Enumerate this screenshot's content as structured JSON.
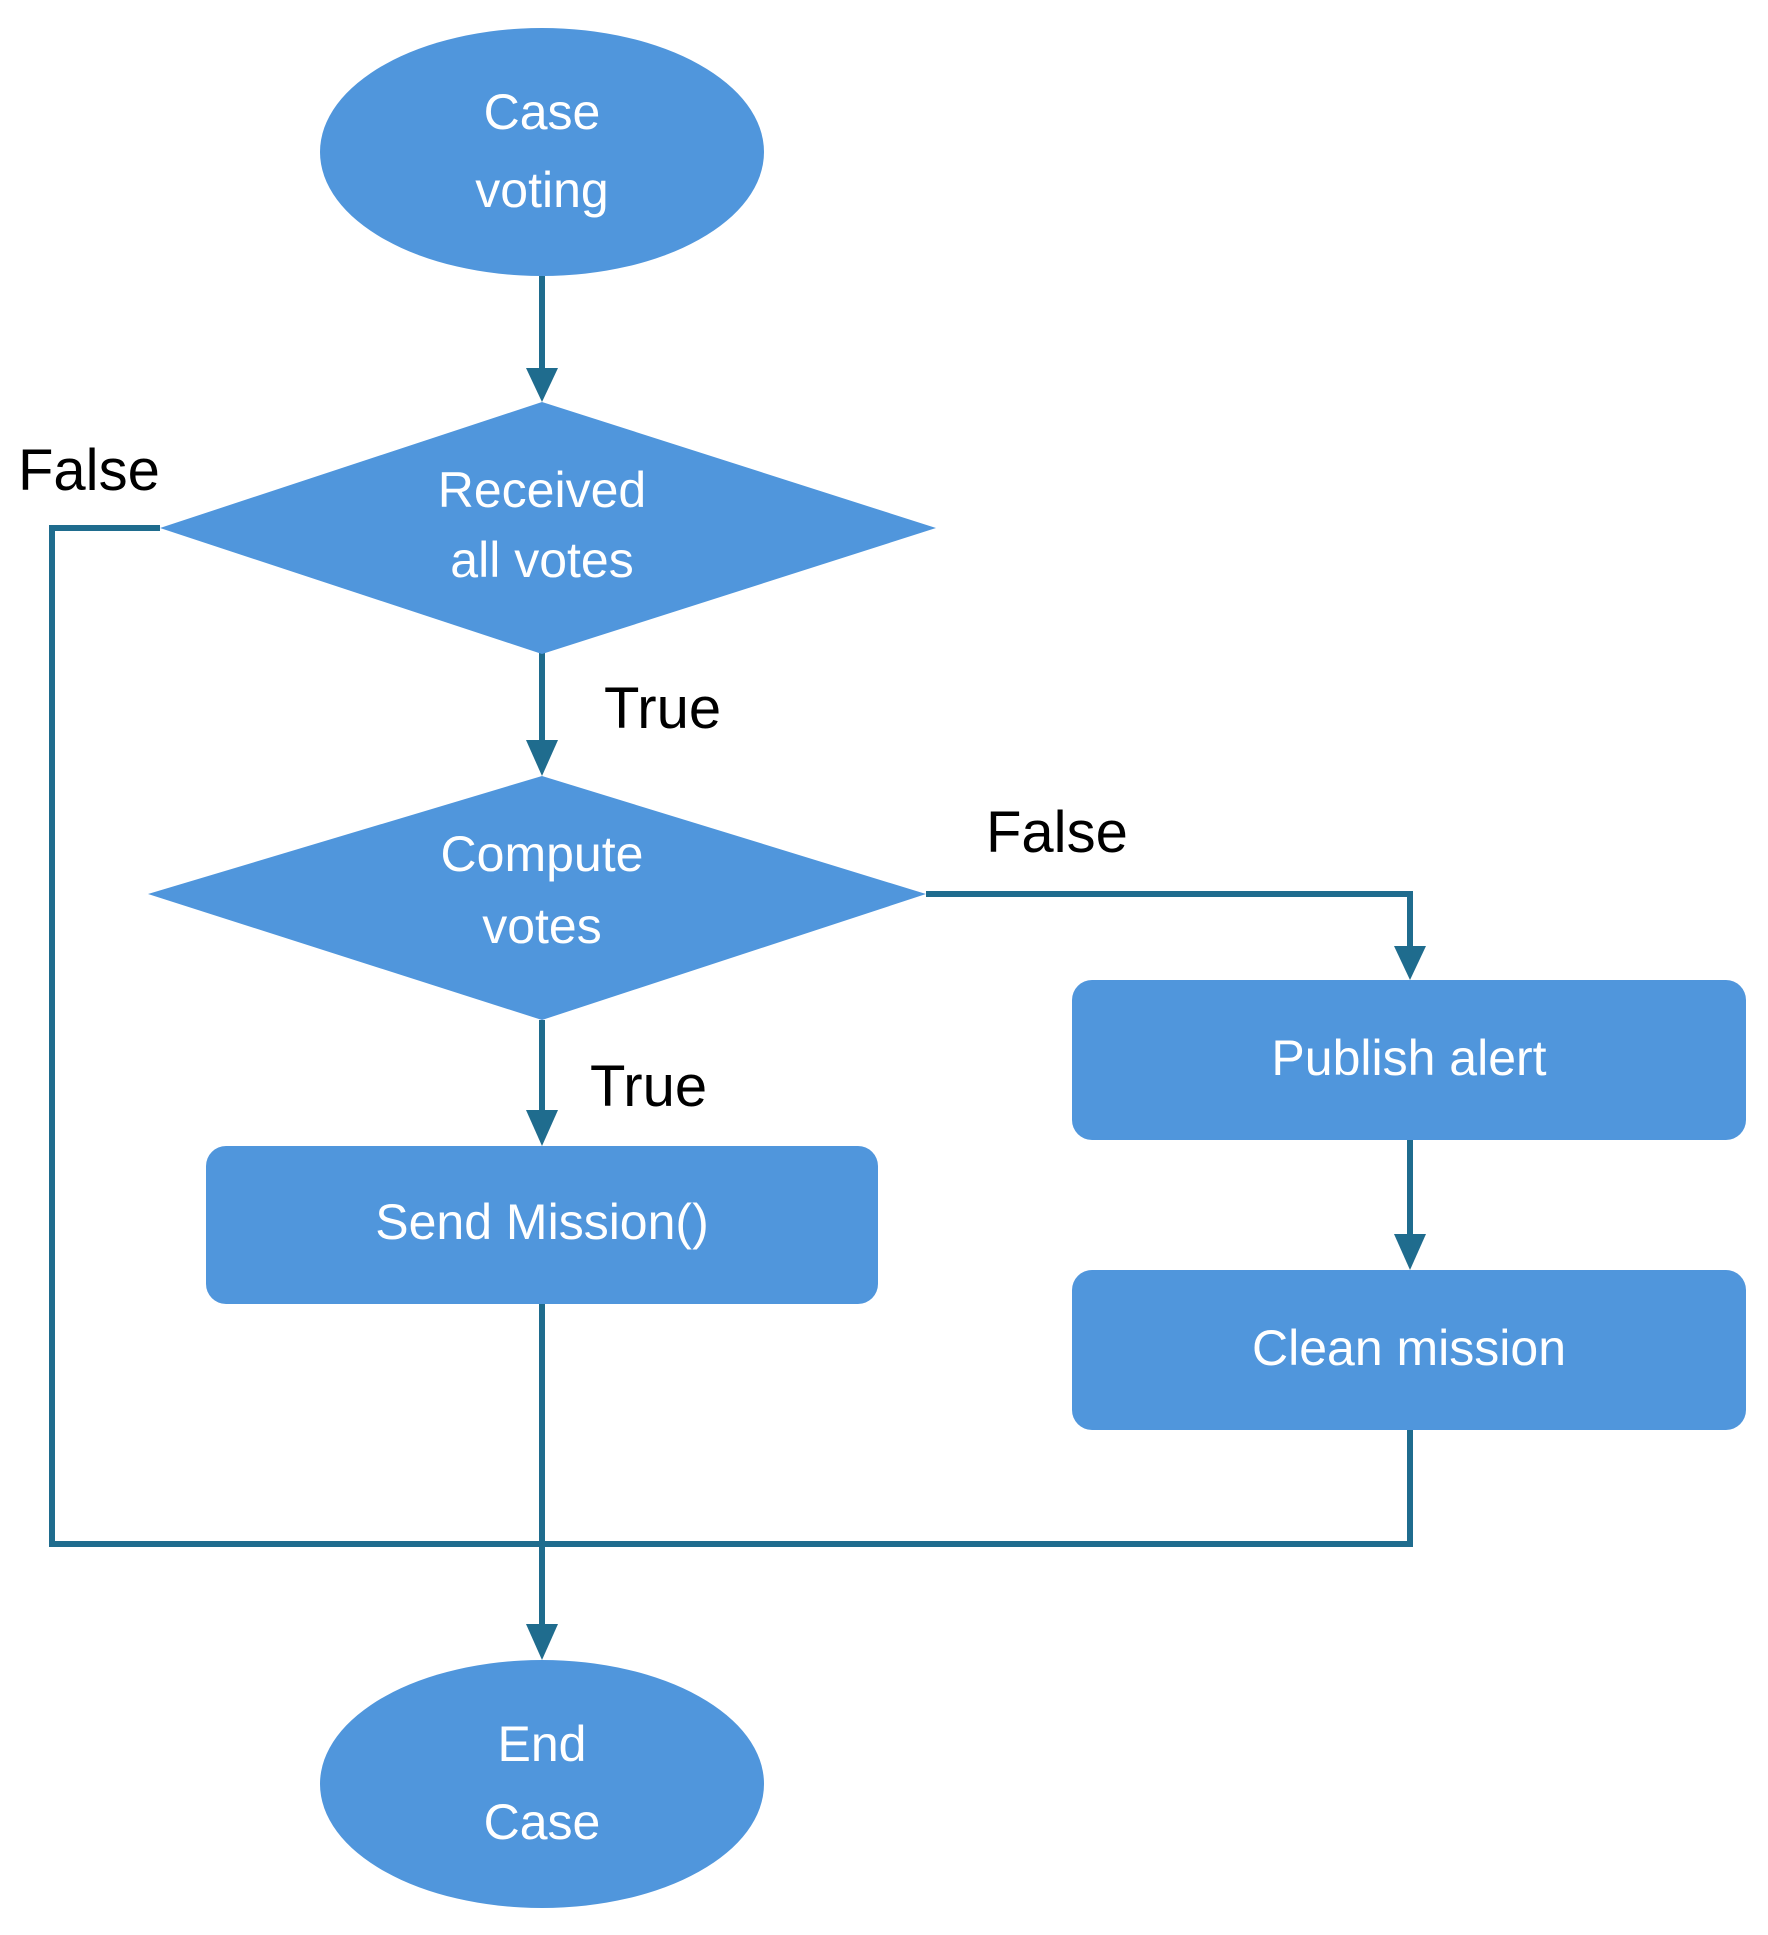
{
  "colors": {
    "node_fill": "#5096DC",
    "node_text": "#ffffff",
    "edge": "#1F6C8E",
    "label_text": "#000000"
  },
  "nodes": {
    "start": {
      "line1": "Case",
      "line2": "voting"
    },
    "received": {
      "line1": "Received",
      "line2": "all votes"
    },
    "compute": {
      "line1": "Compute",
      "line2": "votes"
    },
    "send_mission": {
      "label": "Send Mission()"
    },
    "publish_alert": {
      "label": "Publish alert"
    },
    "clean_mission": {
      "label": "Clean mission"
    },
    "end": {
      "line1": "End",
      "line2": "Case"
    }
  },
  "edge_labels": {
    "received_false": "False",
    "received_true": "True",
    "compute_false": "False",
    "compute_true": "True"
  }
}
